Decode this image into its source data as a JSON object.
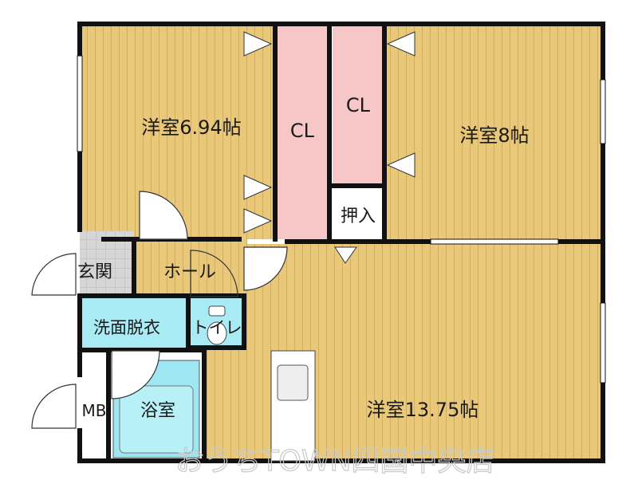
{
  "rooms": {
    "western_694": "洋室6.94帖",
    "western_8": "洋室8帖",
    "western_1375": "洋室13.75帖",
    "closet_left": "CL",
    "closet_right": "CL",
    "oshiire": "押入",
    "genkan": "玄関",
    "hall": "ホール",
    "washroom": "洗面脱衣",
    "toilet": "トイレ",
    "bathroom": "浴室",
    "mb": "MB"
  },
  "watermark": "おうちTOWN四国中央店",
  "colors": {
    "wood": "#e9c87a",
    "closet": "#f7c6c6",
    "wet_area": "#9fe6f3",
    "wall": "#111111",
    "entry_tile": "#cfcfcf"
  }
}
